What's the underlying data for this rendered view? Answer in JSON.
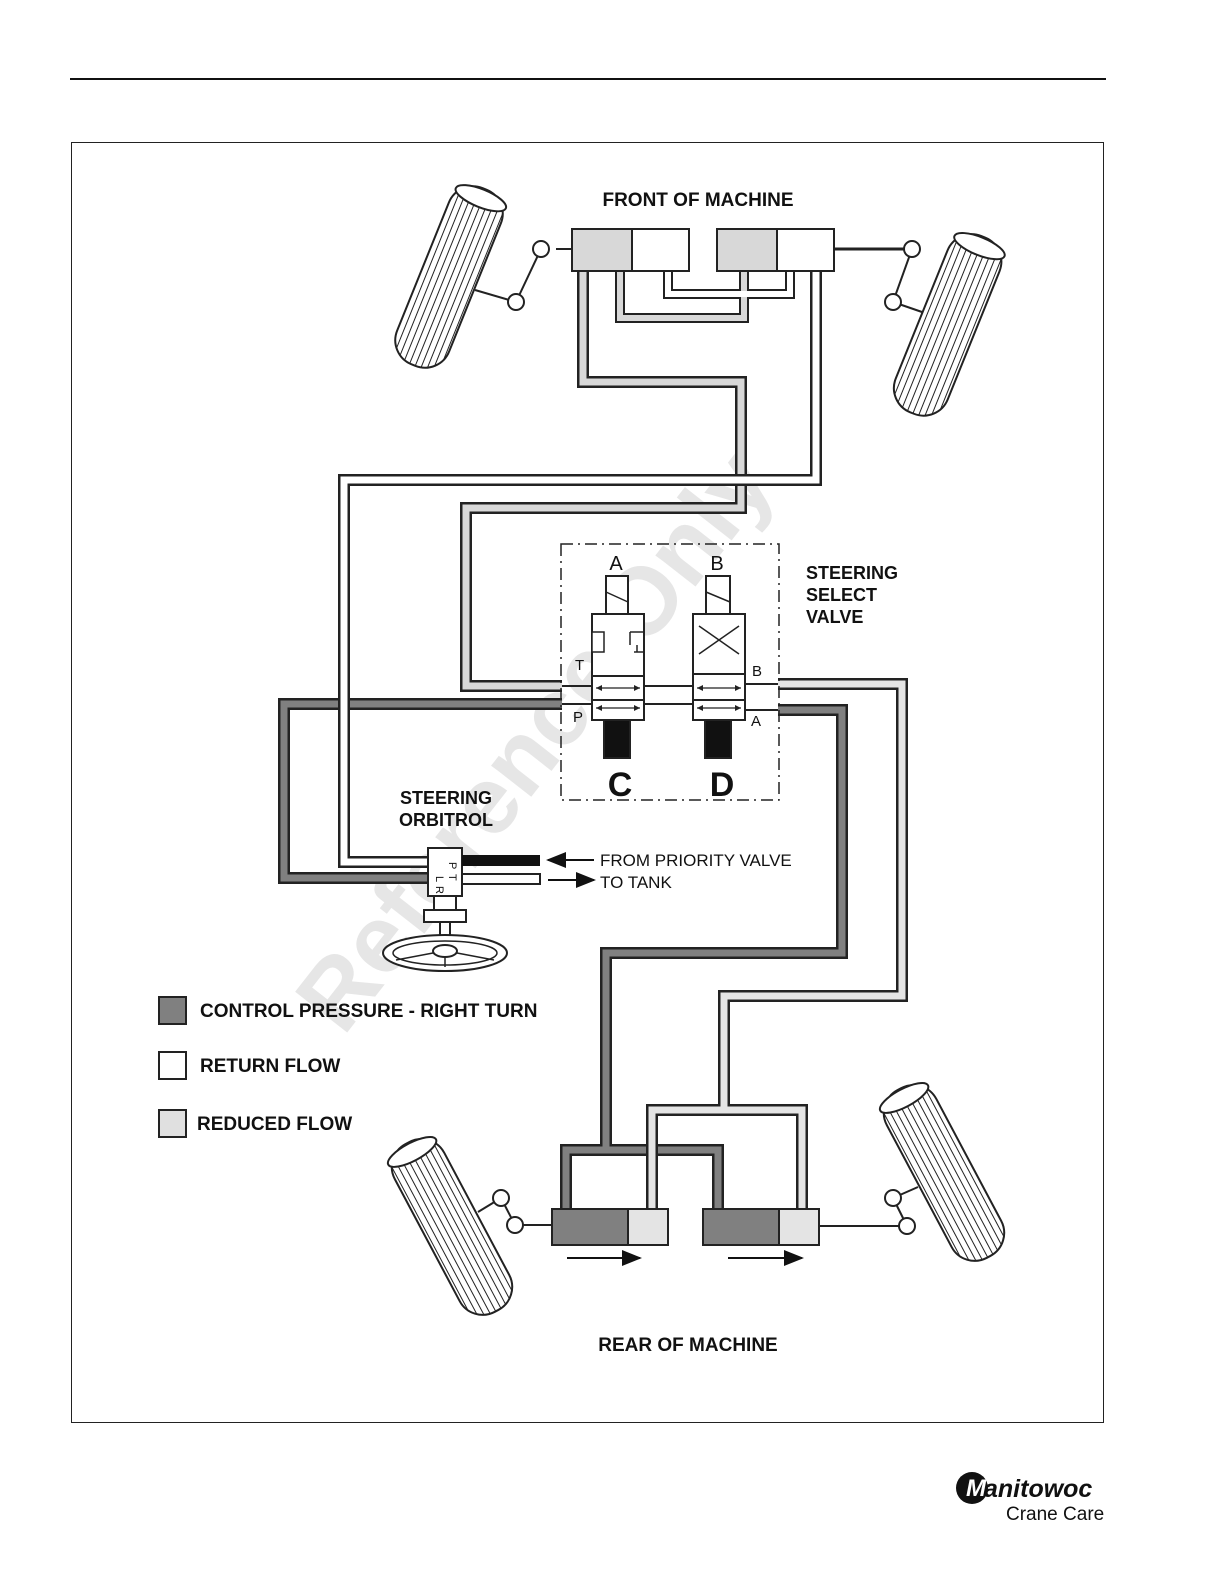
{
  "labels": {
    "front": "FRONT OF MACHINE",
    "rear": "REAR OF MACHINE",
    "select_valve_1": "STEERING",
    "select_valve_2": "SELECT",
    "select_valve_3": "VALVE",
    "orbitrol_1": "STEERING",
    "orbitrol_2": "ORBITROL",
    "priority": "FROM PRIORITY VALVE",
    "tank": "TO TANK",
    "solenoid_a": "A",
    "solenoid_b": "B",
    "valve_c": "C",
    "valve_d": "D",
    "port_t": "T",
    "port_p": "P",
    "port_b": "B",
    "port_a": "A",
    "orbitrol_p": "P",
    "orbitrol_t": "T",
    "orbitrol_l": "L",
    "orbitrol_r": "R"
  },
  "legend": [
    {
      "label": "CONTROL PRESSURE - RIGHT TURN",
      "color": "#808080"
    },
    {
      "label": "RETURN FLOW",
      "color": "#ffffff"
    },
    {
      "label": "REDUCED FLOW",
      "color": "#e0e0e0"
    }
  ],
  "watermark": "Reference Only",
  "brand": {
    "name": "Manitowoc",
    "sub": "Crane Care"
  },
  "colors": {
    "pressure": "#808080",
    "reduced": "#d8d8d8",
    "return": "#ffffff",
    "line": "#222222"
  }
}
